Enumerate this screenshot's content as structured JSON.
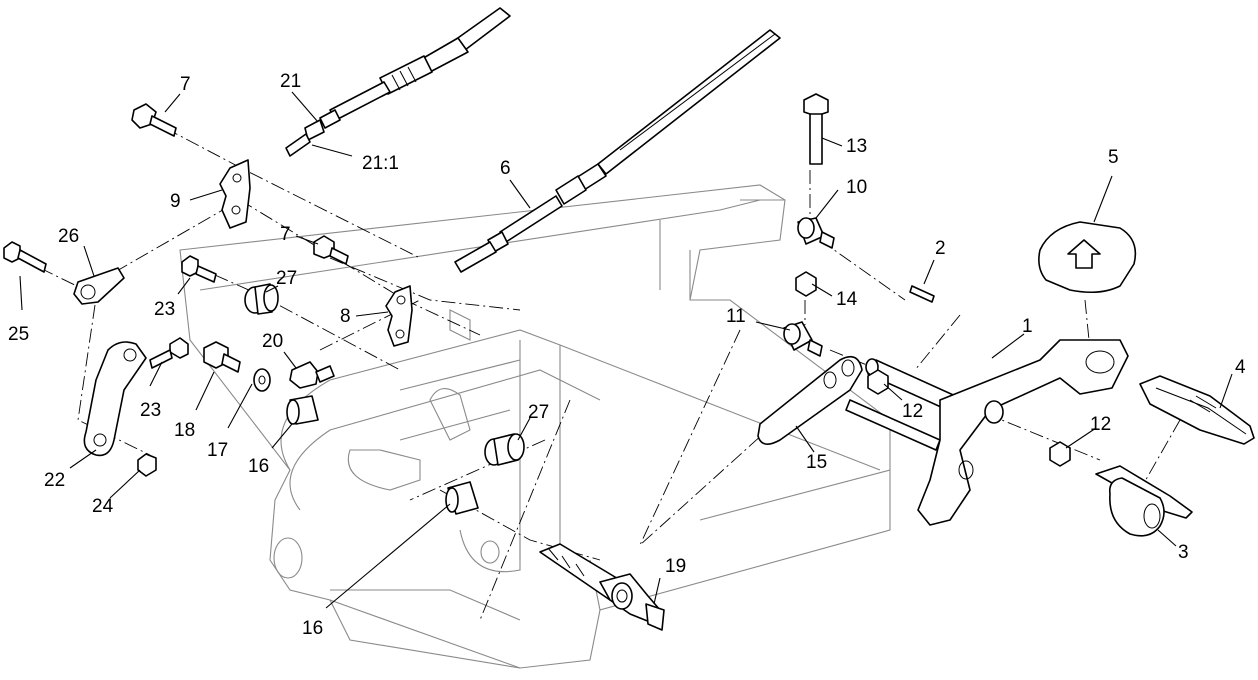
{
  "callouts": {
    "c1": "1",
    "c2": "2",
    "c3": "3",
    "c4": "4",
    "c5": "5",
    "c6": "6",
    "c7a": "7",
    "c7b": "7",
    "c8": "8",
    "c9": "9",
    "c10": "10",
    "c11": "11",
    "c12a": "12",
    "c12b": "12",
    "c13": "13",
    "c14": "14",
    "c15": "15",
    "c16a": "16",
    "c16b": "16",
    "c17": "17",
    "c18": "18",
    "c19": "19",
    "c20": "20",
    "c21": "21",
    "c21_1": "21:1",
    "c22": "22",
    "c23a": "23",
    "c23b": "23",
    "c24": "24",
    "c25": "25",
    "c26": "26",
    "c27a": "27",
    "c27b": "27"
  },
  "colors": {
    "line": "#000000",
    "frame": "#8a8a8a",
    "background": "#ffffff"
  }
}
